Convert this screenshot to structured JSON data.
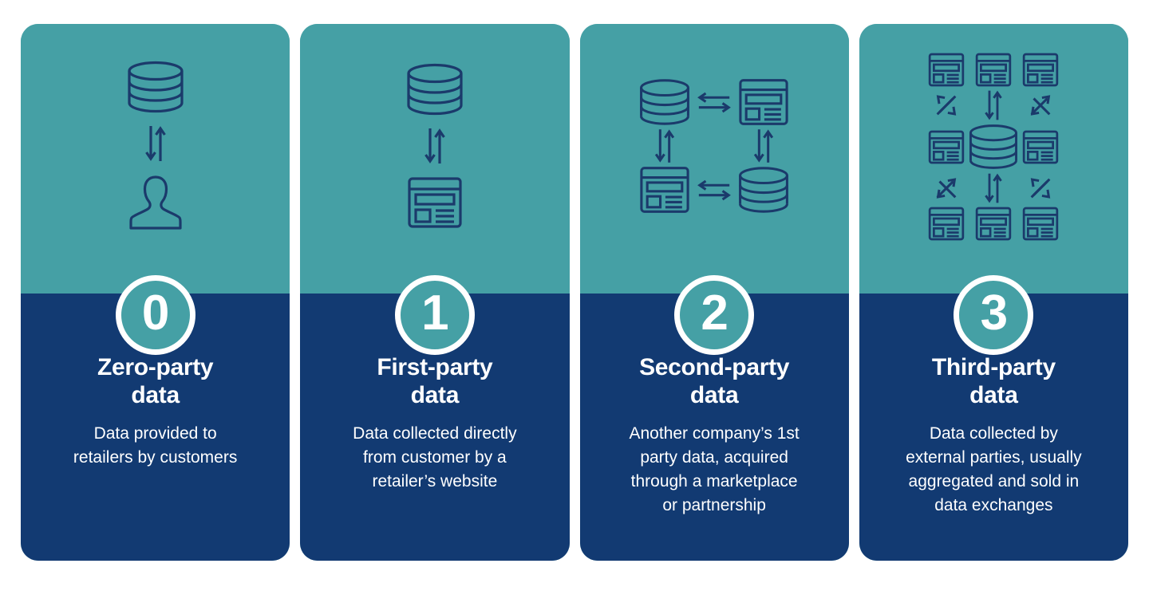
{
  "theme": {
    "teal": "#45a0a5",
    "navy": "#123a72",
    "stroke": "#1b3a6b",
    "white": "#ffffff",
    "background": "#ffffff"
  },
  "cards": [
    {
      "number": "0",
      "title": "Zero-party\ndata",
      "description": "Data provided to\nretailers by customers",
      "icons": [
        "database-icon",
        "double-arrow-vertical-icon",
        "person-icon"
      ],
      "diagram": "stack"
    },
    {
      "number": "1",
      "title": "First-party\ndata",
      "description": "Data collected directly\nfrom customer by a\nretailer’s website",
      "icons": [
        "database-icon",
        "double-arrow-vertical-icon",
        "website-icon"
      ],
      "diagram": "stack"
    },
    {
      "number": "2",
      "title": "Second-party\ndata",
      "description": "Another company’s 1st\nparty data, acquired\nthrough a marketplace\nor partnership",
      "icons": [
        "database-icon",
        "double-arrow-horizontal-icon",
        "website-icon",
        "double-arrow-vertical-icon",
        "double-arrow-vertical-icon",
        "website-icon",
        "double-arrow-horizontal-icon",
        "database-icon"
      ],
      "diagram": "grid-2x2"
    },
    {
      "number": "3",
      "title": "Third-party\ndata",
      "description": "Data collected by\nexternal parties, usually\naggregated and sold in\ndata exchanges",
      "icons": [
        "website-icon",
        "website-icon",
        "website-icon",
        "double-arrow-diagonal-icon",
        "double-arrow-vertical-icon",
        "double-arrow-diagonal-icon",
        "website-icon",
        "database-icon",
        "website-icon",
        "double-arrow-horizontal-icon",
        "double-arrow-horizontal-icon",
        "website-icon",
        "website-icon",
        "website-icon"
      ],
      "diagram": "grid-3x3"
    }
  ]
}
